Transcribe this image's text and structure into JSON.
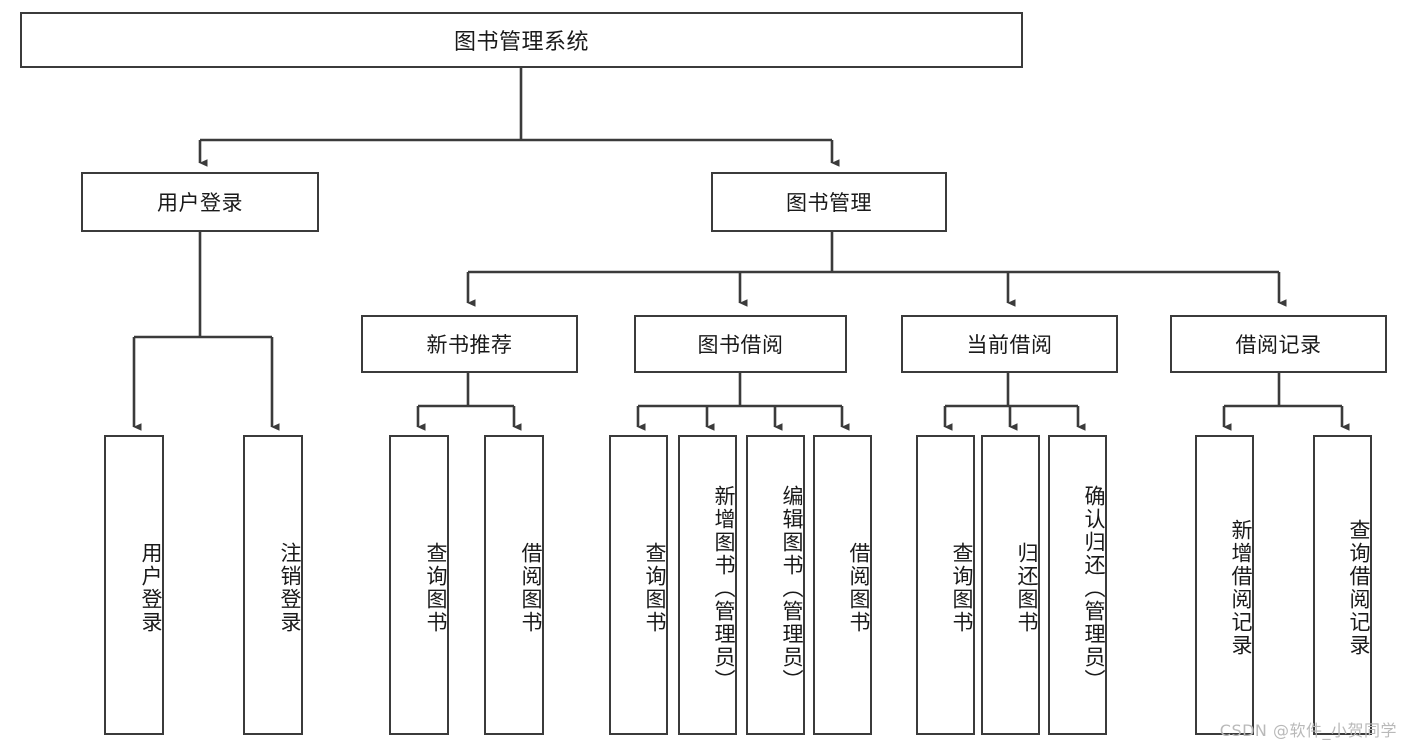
{
  "diagram": {
    "type": "tree",
    "title": "图书管理系统",
    "watermark": "CSDN @软件_小贺同学",
    "root": {
      "label": "图书管理系统"
    },
    "level2": [
      {
        "label": "用户登录"
      },
      {
        "label": "图书管理"
      }
    ],
    "level3": [
      {
        "label": "新书推荐"
      },
      {
        "label": "图书借阅"
      },
      {
        "label": "当前借阅"
      },
      {
        "label": "借阅记录"
      }
    ],
    "leaves": {
      "user_login": [
        {
          "label": "用户登录"
        },
        {
          "label": "注销登录"
        }
      ],
      "new_book": [
        {
          "label": "查询图书"
        },
        {
          "label": "借阅图书"
        }
      ],
      "borrow_book": [
        {
          "label": "查询图书"
        },
        {
          "label": "新增图书（管理员）"
        },
        {
          "label": "编辑图书（管理员）"
        },
        {
          "label": "借阅图书"
        }
      ],
      "current_borrow": [
        {
          "label": "查询图书"
        },
        {
          "label": "归还图书"
        },
        {
          "label": "确认归还（管理员）"
        }
      ],
      "borrow_record": [
        {
          "label": "新增借阅记录"
        },
        {
          "label": "查询借阅记录"
        }
      ]
    },
    "colors": {
      "stroke": "#3b3b3b",
      "fill": "#ffffff",
      "text": "#1a1a1a",
      "watermark": "#b9b9b9"
    }
  }
}
